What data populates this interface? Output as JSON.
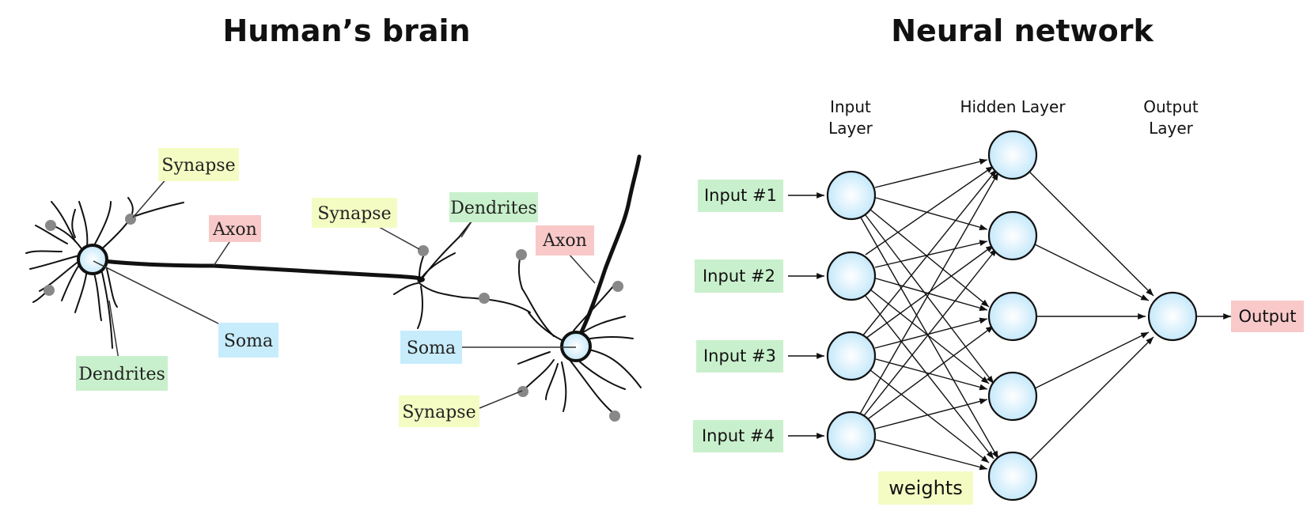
{
  "titles": {
    "brain": "Human’s brain",
    "network": "Neural network"
  },
  "brain_labels": {
    "synapse_1": "Synapse",
    "axon_1": "Axon",
    "soma_1": "Soma",
    "dendrites_1": "Dendrites",
    "synapse_2": "Synapse",
    "dendrites_2": "Dendrites",
    "axon_2": "Axon",
    "soma_2": "Soma",
    "synapse_3": "Synapse"
  },
  "network": {
    "layer_labels": {
      "input": [
        "Input",
        "Layer"
      ],
      "hidden": [
        "Hidden Layer"
      ],
      "output": [
        "Output",
        "Layer"
      ]
    },
    "inputs": [
      "Input #1",
      "Input #2",
      "Input #3",
      "Input #4"
    ],
    "output_label": "Output",
    "weights_label": "weights"
  },
  "colors": {
    "green_tag": "#c9f0cc",
    "yellow_tag": "#f4fcc3",
    "blue_tag": "#c7ecfb",
    "red_tag": "#f9c9c9",
    "node_fill": "#ccecfb",
    "node_stroke": "#111111"
  }
}
